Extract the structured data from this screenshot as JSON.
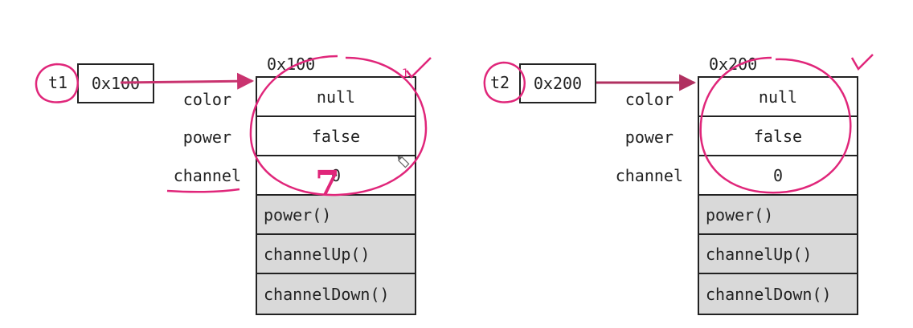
{
  "left": {
    "var": "t1",
    "ref": "0x100",
    "addr": "0x100",
    "fields": [
      {
        "label": "color",
        "value": "null"
      },
      {
        "label": "power",
        "value": "false"
      },
      {
        "label": "channel",
        "value": "0"
      }
    ],
    "methods": [
      "power()",
      "channelUp()",
      "channelDown()"
    ],
    "annotation_mark": "1",
    "annotation_digit": "7"
  },
  "right": {
    "var": "t2",
    "ref": "0x200",
    "addr": "0x200",
    "fields": [
      {
        "label": "color",
        "value": "null"
      },
      {
        "label": "power",
        "value": "false"
      },
      {
        "label": "channel",
        "value": "0"
      }
    ],
    "methods": [
      "power()",
      "channelUp()",
      "channelDown()"
    ]
  },
  "colors": {
    "annotation": "#e0267a",
    "arrow_left": "#c9336f",
    "arrow_right": "#b03060",
    "method_bg": "#d9d9d9"
  }
}
